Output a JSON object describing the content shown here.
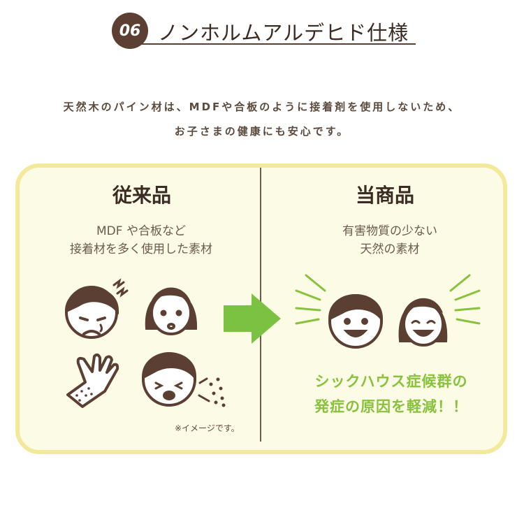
{
  "header": {
    "number": "06",
    "title": "ノンホルムアルデヒド仕様"
  },
  "intro": {
    "line1": "天然木のパイン材は、MDFや合板のように接着剤を使用しないため、",
    "line2": "お子さまの健康にも安心です。"
  },
  "left": {
    "title": "従来品",
    "desc_line1": "MDF や合板など",
    "desc_line2": "接着材を多く使用した素材",
    "note": "※イメージです。"
  },
  "right": {
    "title": "当商品",
    "desc_line1": "有害物質の少ない",
    "desc_line2": "天然の素材",
    "highlight_line1": "シックハウス症候群の",
    "highlight_line2": "発症の原因を軽減！！"
  },
  "colors": {
    "brown": "#5b3f33",
    "panel_border": "#f3e99a",
    "panel_bg": "#fcfbe6",
    "green": "#88c23c",
    "arrow": "#7cc242"
  },
  "icons": [
    "sick-boy-icon",
    "sick-girl-icon",
    "rash-hand-icon",
    "crying-boy-icon",
    "dust-icon",
    "right-arrow-icon",
    "happy-boy-icon",
    "happy-girl-icon",
    "sparkle-lines-icon"
  ]
}
